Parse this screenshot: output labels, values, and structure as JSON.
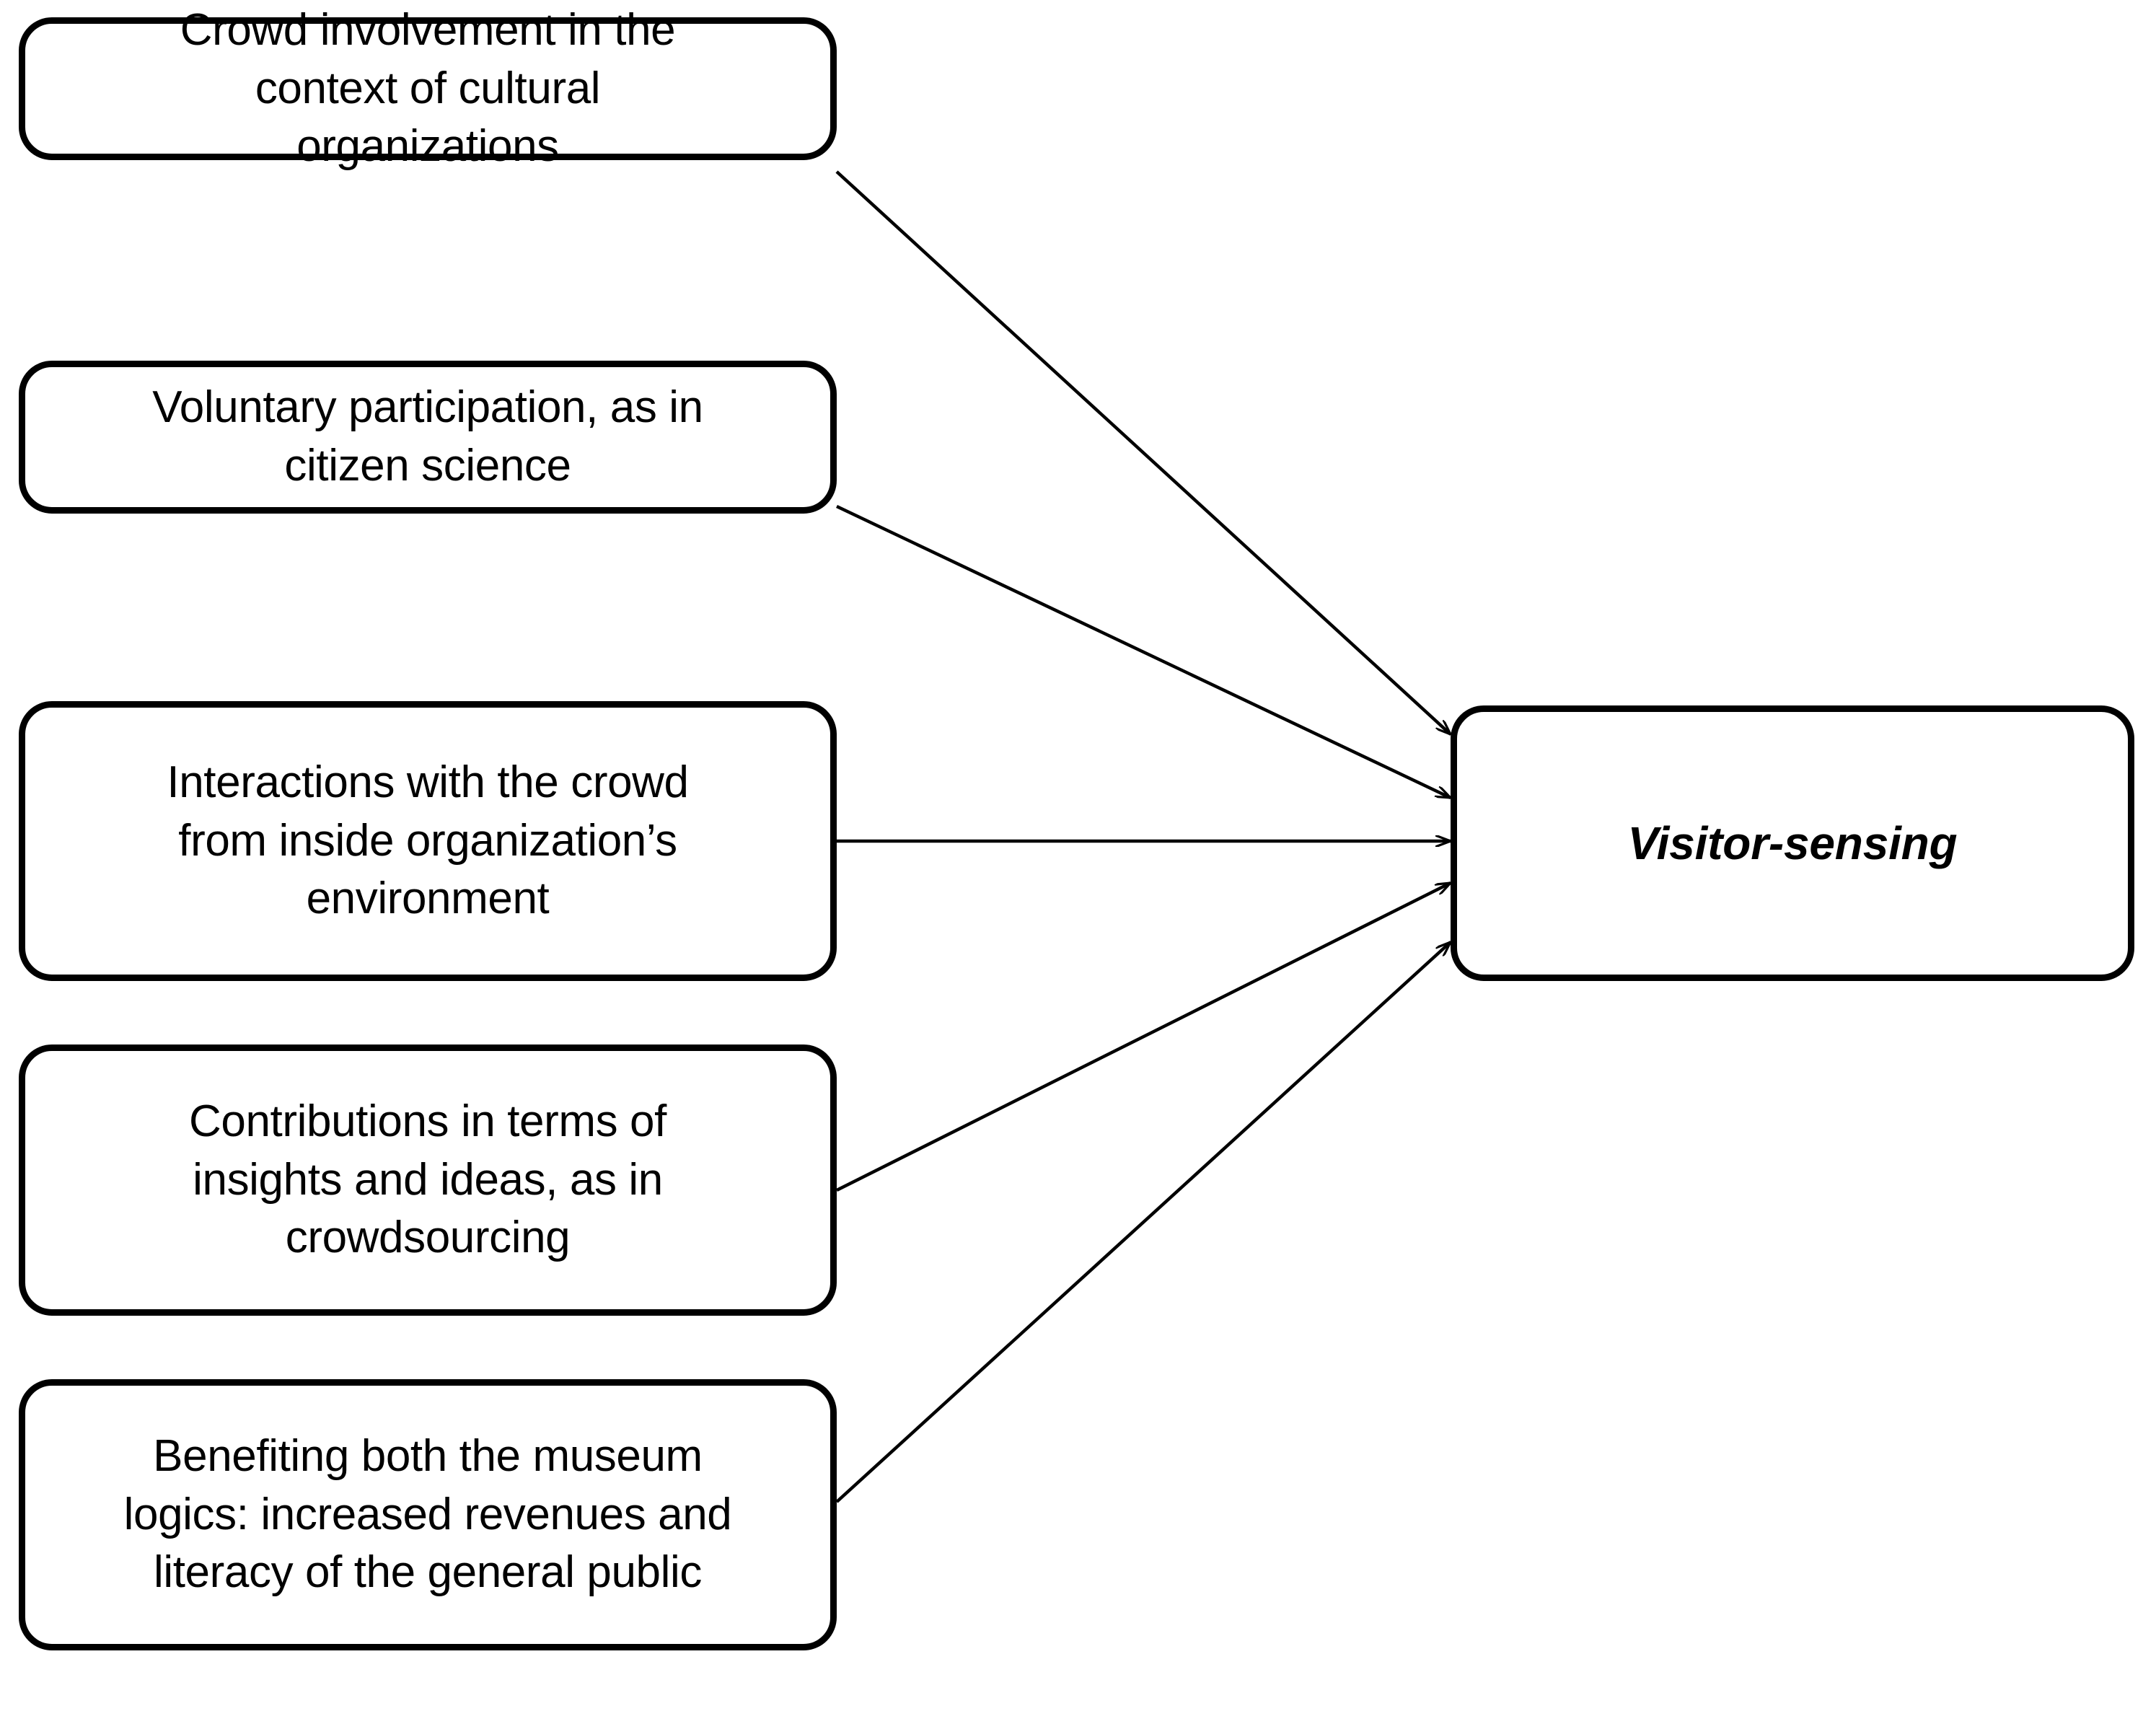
{
  "diagram": {
    "type": "convergence-flow",
    "background_color": "#ffffff",
    "line_color": "#000000",
    "source_nodes": [
      {
        "id": "crowd-involvement",
        "label": "Crowd involvement in the\ncontext of cultural\norganizations"
      },
      {
        "id": "voluntary-participation",
        "label": "Voluntary participation, as in\ncitizen science"
      },
      {
        "id": "interactions-with-crowd",
        "label": "Interactions with the crowd\nfrom inside organization’s\nenvironment"
      },
      {
        "id": "contributions-insights",
        "label": "Contributions in terms of\ninsights and ideas, as in\ncrowdsourcing"
      },
      {
        "id": "benefiting-museum-logics",
        "label": "Benefiting both the museum\nlogics: increased revenues and\nliteracy of the general public"
      }
    ],
    "target_node": {
      "id": "visitor-sensing",
      "label": "Visitor-sensing"
    },
    "edges": [
      {
        "from": "crowd-involvement",
        "to": "visitor-sensing"
      },
      {
        "from": "voluntary-participation",
        "to": "visitor-sensing"
      },
      {
        "from": "interactions-with-crowd",
        "to": "visitor-sensing"
      },
      {
        "from": "contributions-insights",
        "to": "visitor-sensing"
      },
      {
        "from": "benefiting-museum-logics",
        "to": "visitor-sensing"
      }
    ]
  }
}
